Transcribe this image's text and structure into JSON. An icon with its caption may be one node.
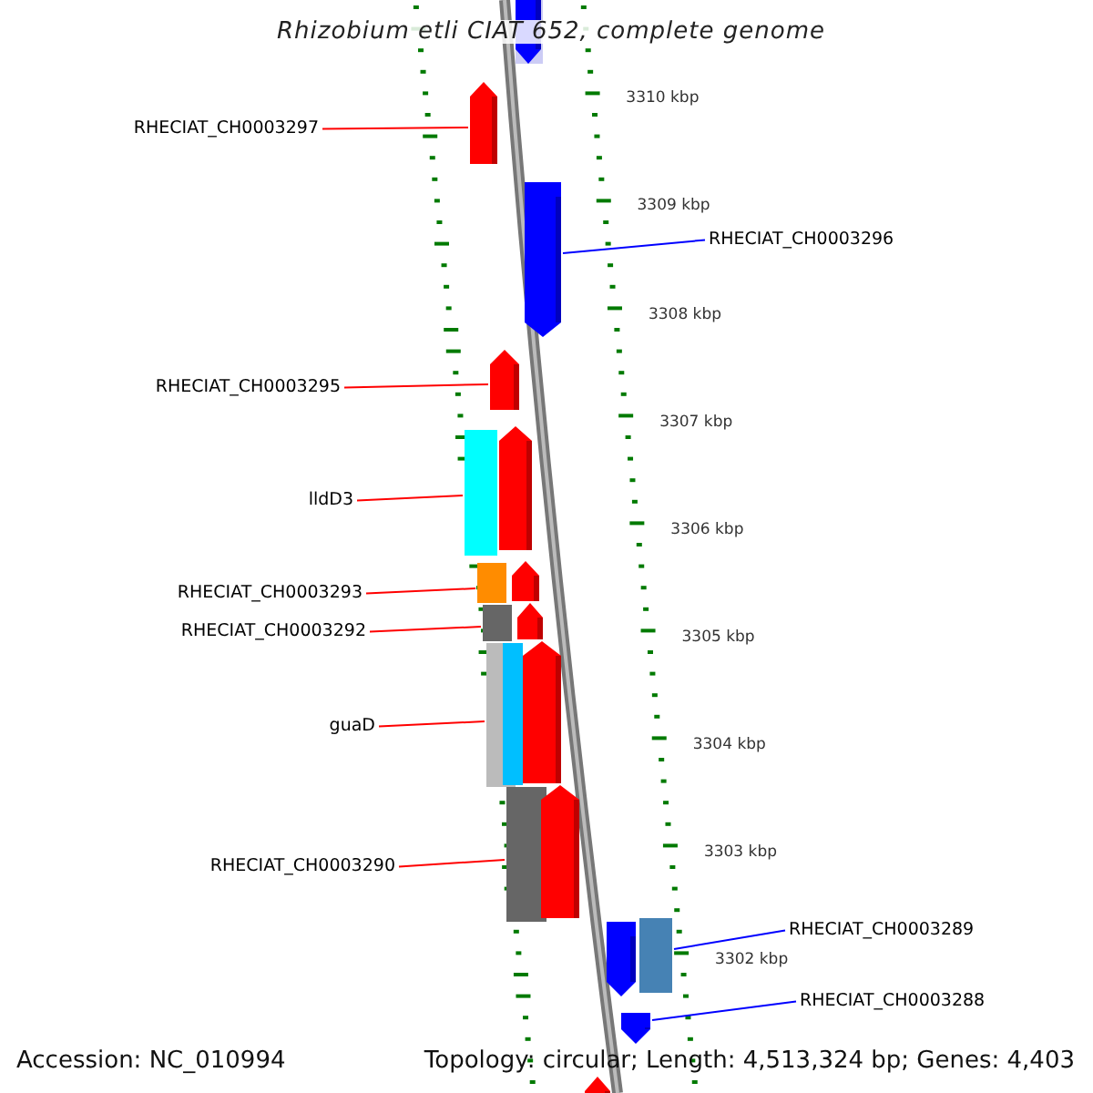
{
  "diagram": {
    "title": "Rhizobium etli CIAT 652, complete genome",
    "nodes": [
      {
        "text": [
          "RHECIAT_CH0003297"
        ]
      },
      {
        "text": [
          "RHECIAT_CH0003296"
        ]
      },
      {
        "text": [
          "RHECIAT_CH0003295"
        ]
      },
      {
        "text": [
          "lldD3"
        ]
      },
      {
        "text": [
          "RHECIAT_CH0003293"
        ]
      },
      {
        "text": [
          "RHECIAT_CH0003292"
        ]
      },
      {
        "text": [
          "guaD"
        ]
      },
      {
        "text": [
          "RHECIAT_CH0003290"
        ]
      },
      {
        "text": [
          "RHECIAT_CH0003289"
        ]
      },
      {
        "text": [
          "RHECIAT_CH0003288"
        ]
      },
      {
        "text": [],
        "shape": "bar"
      },
      {
        "text": [],
        "shape": "bar"
      },
      {
        "text": [],
        "shape": "bar"
      },
      {
        "text": [],
        "shape": "bar"
      },
      {
        "text": [],
        "shape": "bar"
      },
      {
        "text": [],
        "shape": "bar"
      },
      {
        "text": [],
        "shape": "bar"
      },
      {
        "text": [],
        "shape": "bar"
      },
      {
        "text": [],
        "shape": "bar"
      },
      {
        "text": [],
        "shape": "bar"
      },
      {
        "text": [],
        "shape": "bar"
      },
      {
        "text": [],
        "shape": "bar"
      }
    ],
    "edges": [
      {
        "from": 0,
        "to": 11,
        "arrow": "none"
      },
      {
        "from": 1,
        "to": 12,
        "arrow": "none",
        "color": "#0000ff"
      },
      {
        "from": 2,
        "to": 13,
        "arrow": "none"
      },
      {
        "from": 3,
        "to": 14,
        "arrow": "none"
      },
      {
        "from": 4,
        "to": 15,
        "arrow": "none"
      },
      {
        "from": 5,
        "to": 16,
        "arrow": "none"
      },
      {
        "from": 6,
        "to": 17,
        "arrow": "none"
      },
      {
        "from": 7,
        "to": 18,
        "arrow": "none"
      },
      {
        "from": 8,
        "to": 19,
        "arrow": "none",
        "color": "#0000ff"
      },
      {
        "from": 9,
        "to": 20,
        "arrow": "none",
        "color": "#0000ff"
      }
    ],
    "labels": [
      "3310 kbp",
      "3309 kbp",
      "3308 kbp",
      "3307 kbp",
      "3306 kbp",
      "3305 kbp",
      "3304 kbp",
      "3303 kbp",
      "3302 kbp",
      "Accession: NC_010994",
      "Topology: circular; Length: 4,513,324 bp; Genes: 4,403"
    ]
  }
}
